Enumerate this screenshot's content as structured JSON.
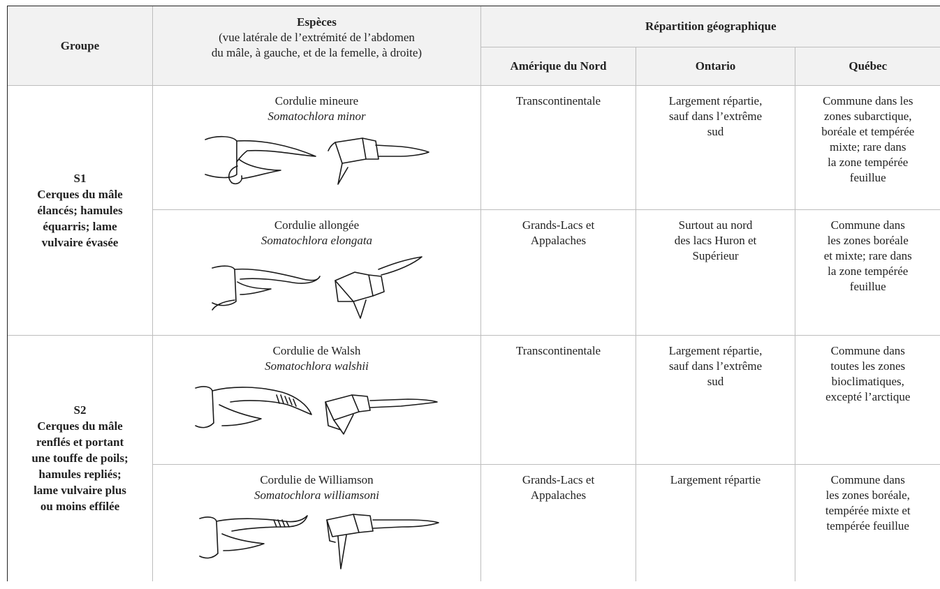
{
  "header": {
    "groupe": "Groupe",
    "especes_title": "Espèces",
    "especes_sub1": "(vue latérale de l’extrémité de l’abdomen",
    "especes_sub2": "du mâle, à gauche, et de la femelle, à droite)",
    "repartition": "Répartition géographique",
    "amerique": "Amérique du Nord",
    "ontario": "Ontario",
    "quebec": "Québec"
  },
  "groups": [
    {
      "code": "S1",
      "lines": [
        "Cerques du mâle",
        "élancés; hamules",
        "équarris; lame",
        "vulvaire évasée"
      ],
      "species": [
        {
          "name": "Cordulie mineure",
          "latin": "Somatochlora minor",
          "illustration_icon": "abdomen-tip-drawing",
          "north_america": [
            "Transcontinentale"
          ],
          "ontario": [
            "Largement répartie,",
            "sauf dans l’extrême",
            "sud"
          ],
          "quebec": [
            "Commune dans les",
            "zones subarctique,",
            "boréale et tempérée",
            "mixte; rare dans",
            "la zone tempérée",
            "feuillue"
          ]
        },
        {
          "name": "Cordulie allongée",
          "latin": "Somatochlora elongata",
          "illustration_icon": "abdomen-tip-drawing",
          "north_america": [
            "Grands-Lacs et",
            "Appalaches"
          ],
          "ontario": [
            "Surtout au nord",
            "des lacs Huron et",
            "Supérieur"
          ],
          "quebec": [
            "Commune dans",
            "les zones boréale",
            "et mixte; rare dans",
            "la zone tempérée",
            "feuillue"
          ]
        }
      ]
    },
    {
      "code": "S2",
      "lines": [
        "Cerques du mâle",
        "renflés et portant",
        "une touffe de poils;",
        "hamules repliés;",
        "lame vulvaire plus",
        "ou moins effilée"
      ],
      "species": [
        {
          "name": "Cordulie de Walsh",
          "latin": "Somatochlora walshii",
          "illustration_icon": "abdomen-tip-drawing",
          "north_america": [
            "Transcontinentale"
          ],
          "ontario": [
            "Largement répartie,",
            "sauf dans l’extrême",
            "sud"
          ],
          "quebec": [
            "Commune dans",
            "toutes les zones",
            "bioclimatiques,",
            "excepté l’arctique"
          ]
        },
        {
          "name": "Cordulie de Williamson",
          "latin": "Somatochlora williamsoni",
          "illustration_icon": "abdomen-tip-drawing",
          "north_america": [
            "Grands-Lacs et",
            "Appalaches"
          ],
          "ontario": [
            "Largement répartie"
          ],
          "quebec": [
            "Commune dans",
            "les zones boréale,",
            "tempérée mixte et",
            "tempérée feuillue"
          ]
        }
      ]
    }
  ]
}
